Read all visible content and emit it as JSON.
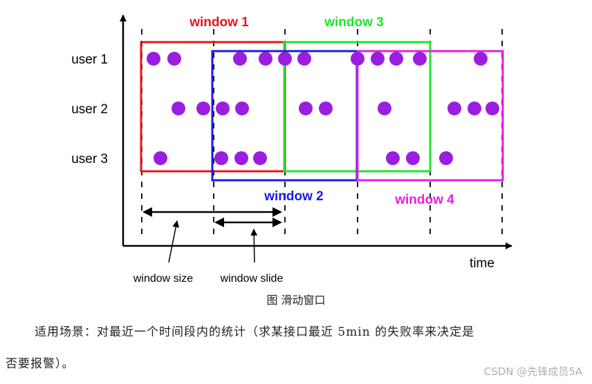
{
  "diagram": {
    "rows": [
      "user 1",
      "user 2",
      "user 3"
    ],
    "windows": [
      {
        "label": "window 1",
        "color": "#e8141b"
      },
      {
        "label": "window 2",
        "color": "#1a1ae6"
      },
      {
        "label": "window 3",
        "color": "#1ee62a"
      },
      {
        "label": "window 4",
        "color": "#e61ee6"
      }
    ],
    "time_label": "time",
    "size_label": "window size",
    "slide_label": "window slide",
    "event_color": "#9b1ee0"
  },
  "caption": "图  滑动窗口",
  "paragraph": {
    "line1": "适用场景：对最近一个时间段内的统计（求某接口最近 5min 的失败率来决定是",
    "line2": "否要报警）。"
  },
  "watermark": "CSDN @先锋成员5A"
}
